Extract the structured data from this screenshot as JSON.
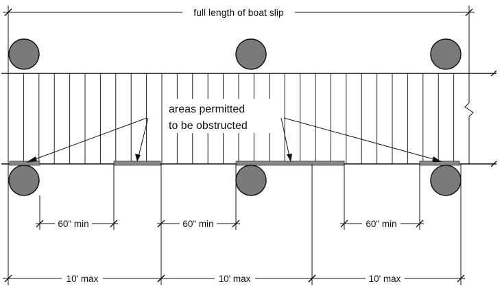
{
  "labels": {
    "full_length": "full length of boat slip",
    "areas_line1": "areas permitted",
    "areas_line2": "to be obstructed",
    "min_60_a": "60\" min",
    "min_60_b": "60\" min",
    "min_60_c": "60\" min",
    "max_10_a": "10' max",
    "max_10_b": "10' max",
    "max_10_c": "10' max"
  },
  "colors": {
    "line": "#111111",
    "piling_fill": "#7a7a7a",
    "hatch_fill": "#8a8a8a",
    "background": "#ffffff"
  },
  "counts": {
    "pilings": 6,
    "deck_slats": 30,
    "obstructed_areas": 4
  }
}
